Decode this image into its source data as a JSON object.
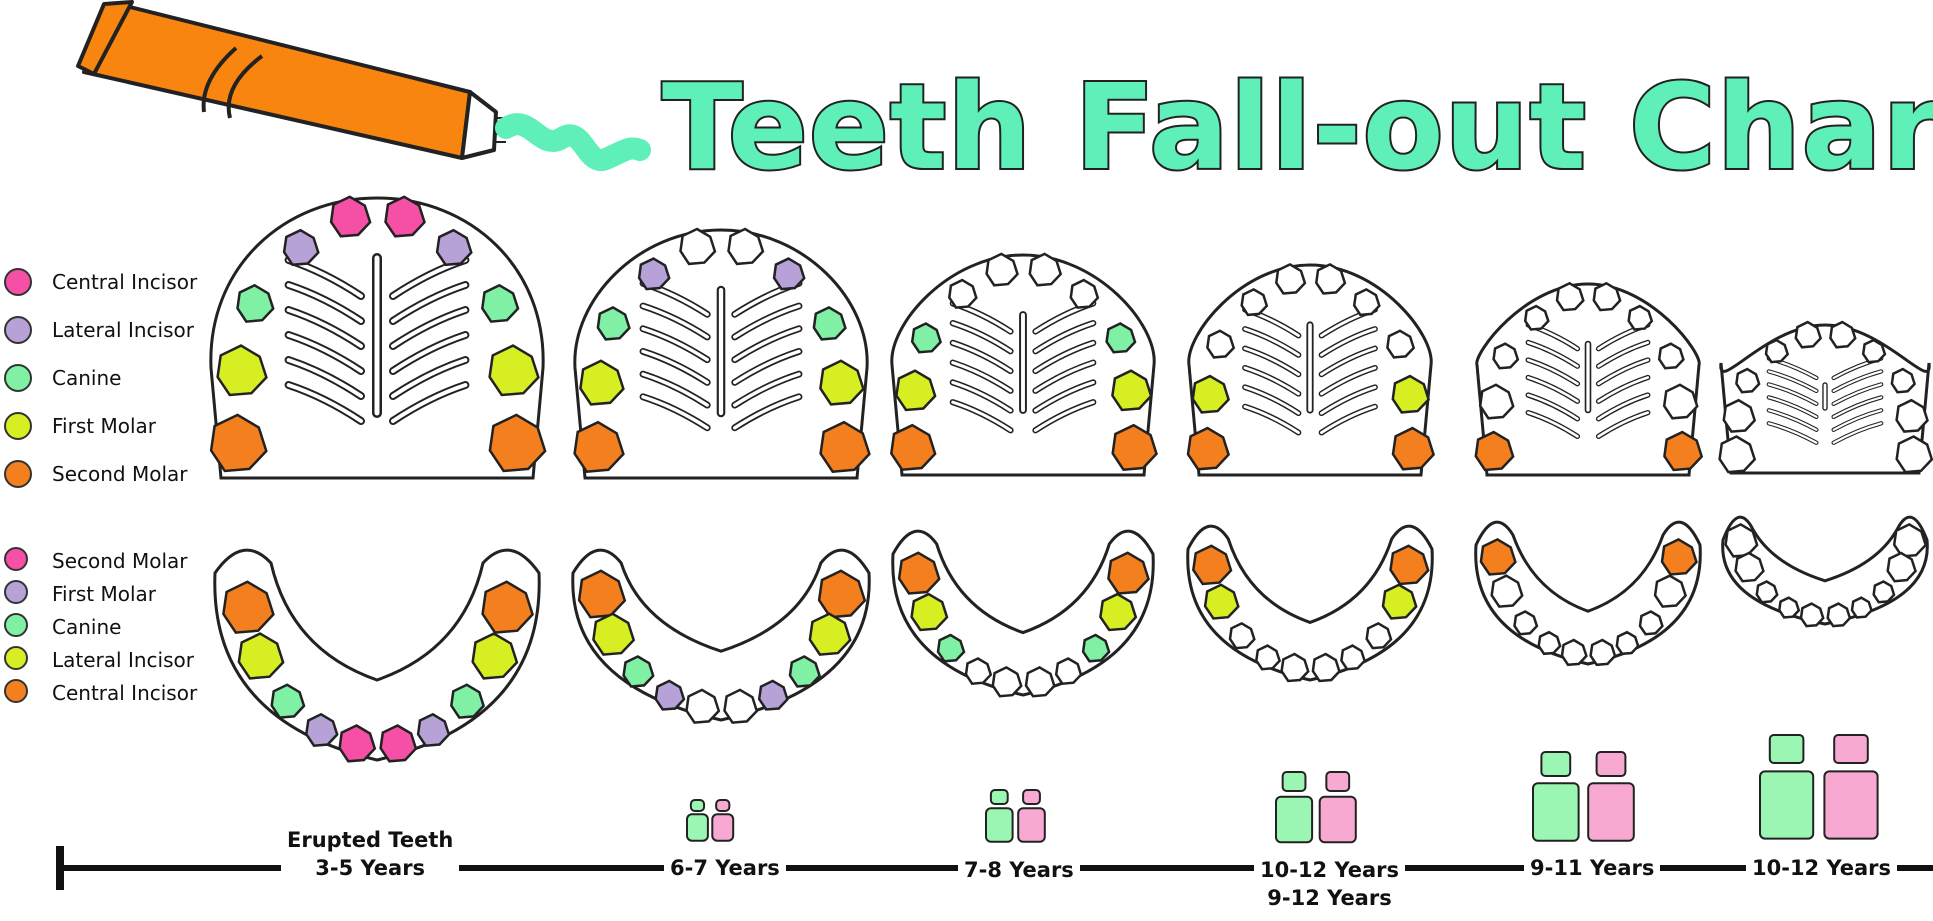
{
  "title": "Teeth Fall-out Chart",
  "colors": {
    "central_incisor": "#f54fa6",
    "lateral_incisor": "#b7a2d8",
    "canine": "#7ff0a4",
    "first_molar": "#d7ef22",
    "second_molar": "#f37f1e",
    "paste": "#5fefb8",
    "tube": "#f7850f",
    "box_green": "#9af6b2",
    "box_pink": "#f7a9d2"
  },
  "legend_upper": [
    {
      "label": "Central Incisor",
      "color": "#f54fa6"
    },
    {
      "label": "Lateral Incisor",
      "color": "#b7a2d8"
    },
    {
      "label": "Canine",
      "color": "#7ff0a4"
    },
    {
      "label": "First Molar",
      "color": "#d7ef22"
    },
    {
      "label": "Second Molar",
      "color": "#f37f1e"
    }
  ],
  "legend_lower": [
    {
      "label": "Second Molar",
      "color": "#f54fa6"
    },
    {
      "label": "First Molar",
      "color": "#b7a2d8"
    },
    {
      "label": "Canine",
      "color": "#7ff0a4"
    },
    {
      "label": "Lateral Incisor",
      "color": "#d7ef22"
    },
    {
      "label": "Central Incisor",
      "color": "#f37f1e"
    }
  ],
  "timeline": [
    {
      "line1": "Erupted Teeth",
      "line2": "3-5 Years"
    },
    {
      "line1": "6-7 Years",
      "line2": ""
    },
    {
      "line1": "7-8 Years",
      "line2": ""
    },
    {
      "line1": "10-12 Years",
      "line2": "9-12 Years"
    },
    {
      "line1": "9-11 Years",
      "line2": ""
    },
    {
      "line1": "10-12 Years",
      "line2": ""
    }
  ],
  "stages": [
    {
      "upper": [
        "ci",
        "li",
        "c",
        "fm",
        "sm"
      ],
      "lower": [
        "ci",
        "li",
        "c",
        "fm",
        "sm"
      ]
    },
    {
      "upper": [
        "li",
        "c",
        "fm",
        "sm"
      ],
      "lower": [
        "li",
        "c",
        "fm",
        "sm"
      ]
    },
    {
      "upper": [
        "c",
        "fm",
        "sm"
      ],
      "lower": [
        "c",
        "fm",
        "sm"
      ]
    },
    {
      "upper": [
        "fm",
        "sm"
      ],
      "lower": [
        "fm",
        "sm"
      ]
    },
    {
      "upper": [
        "sm"
      ],
      "lower": [
        "sm"
      ]
    },
    {
      "upper": [],
      "lower": []
    }
  ]
}
